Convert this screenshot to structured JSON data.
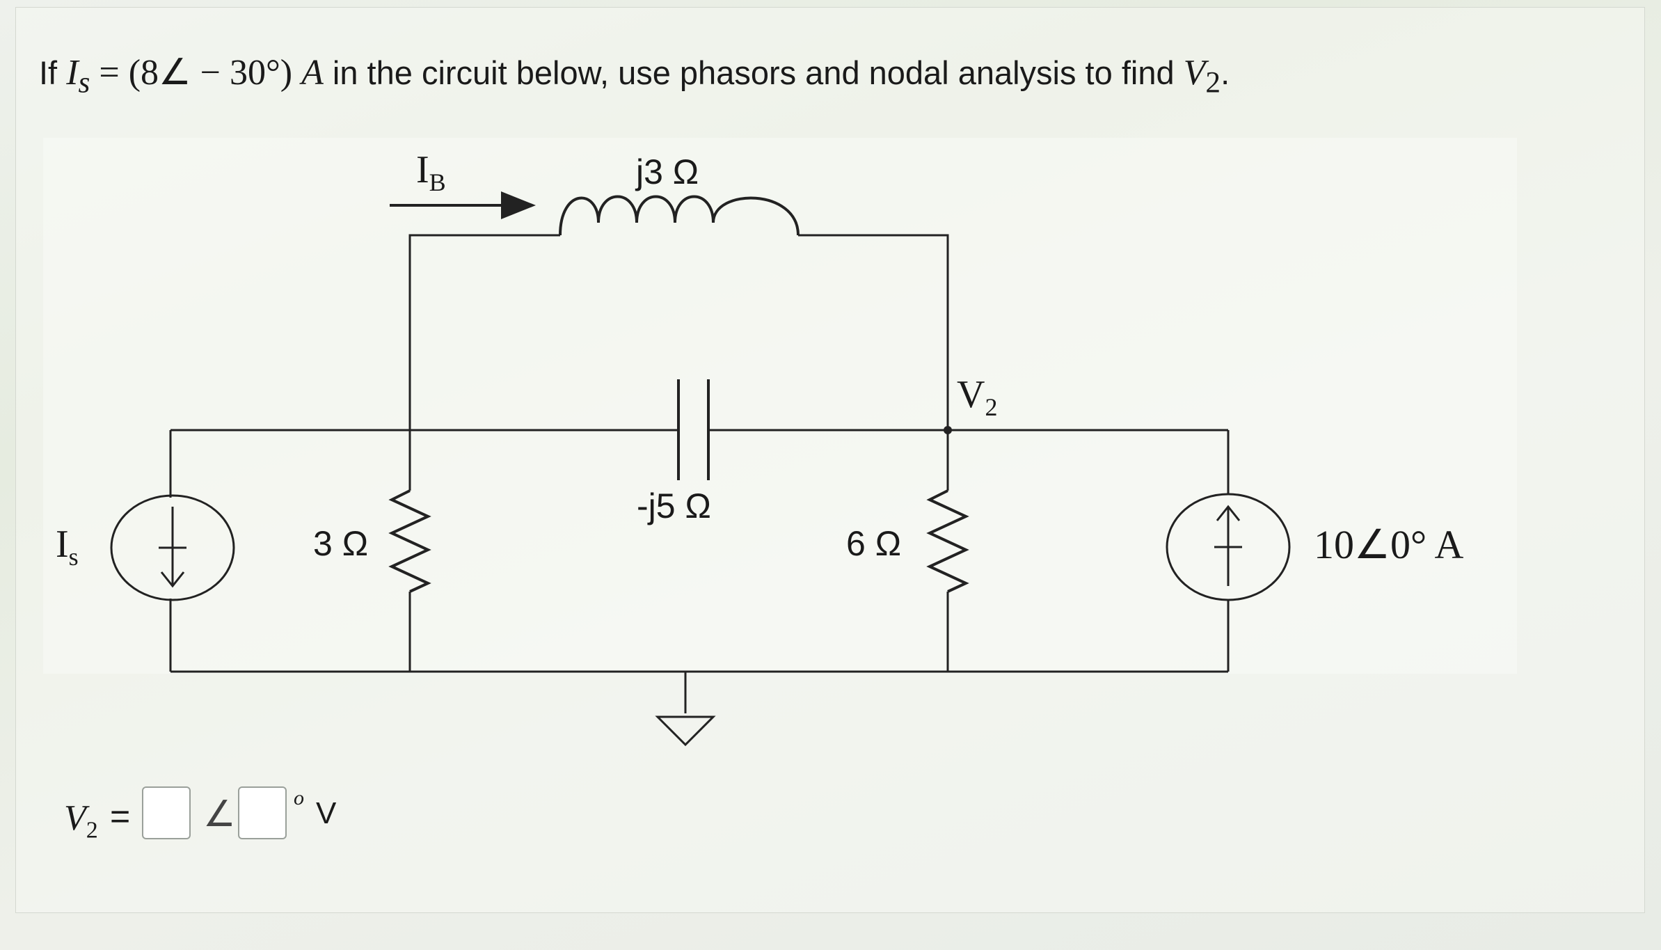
{
  "question": {
    "prefix": "If",
    "given_var": "I",
    "given_sub": "s",
    "given_expr": " = (8∠ − 30°) ",
    "given_unit": "A",
    "text": " in the circuit below, use phasors and nodal analysis to find ",
    "target_var": "V",
    "target_sub": "2",
    "suffix": "."
  },
  "circuit": {
    "current_label_main": "I",
    "current_label_sub": "B",
    "inductor_label": "j3 Ω",
    "capacitor_label": "-j5 Ω",
    "node_label_main": "V",
    "node_label_sub": "2",
    "source_left_main": "I",
    "source_left_sub": "s",
    "resistor_left_label": "3 Ω",
    "resistor_right_label": "6 Ω",
    "source_right_label": "10∠0° A"
  },
  "answer": {
    "var": "V",
    "var_sub": "2",
    "equals": "=",
    "angle_symbol": "∠",
    "degree_mark": "o",
    "unit": "V",
    "magnitude_value": "",
    "angle_value": ""
  }
}
